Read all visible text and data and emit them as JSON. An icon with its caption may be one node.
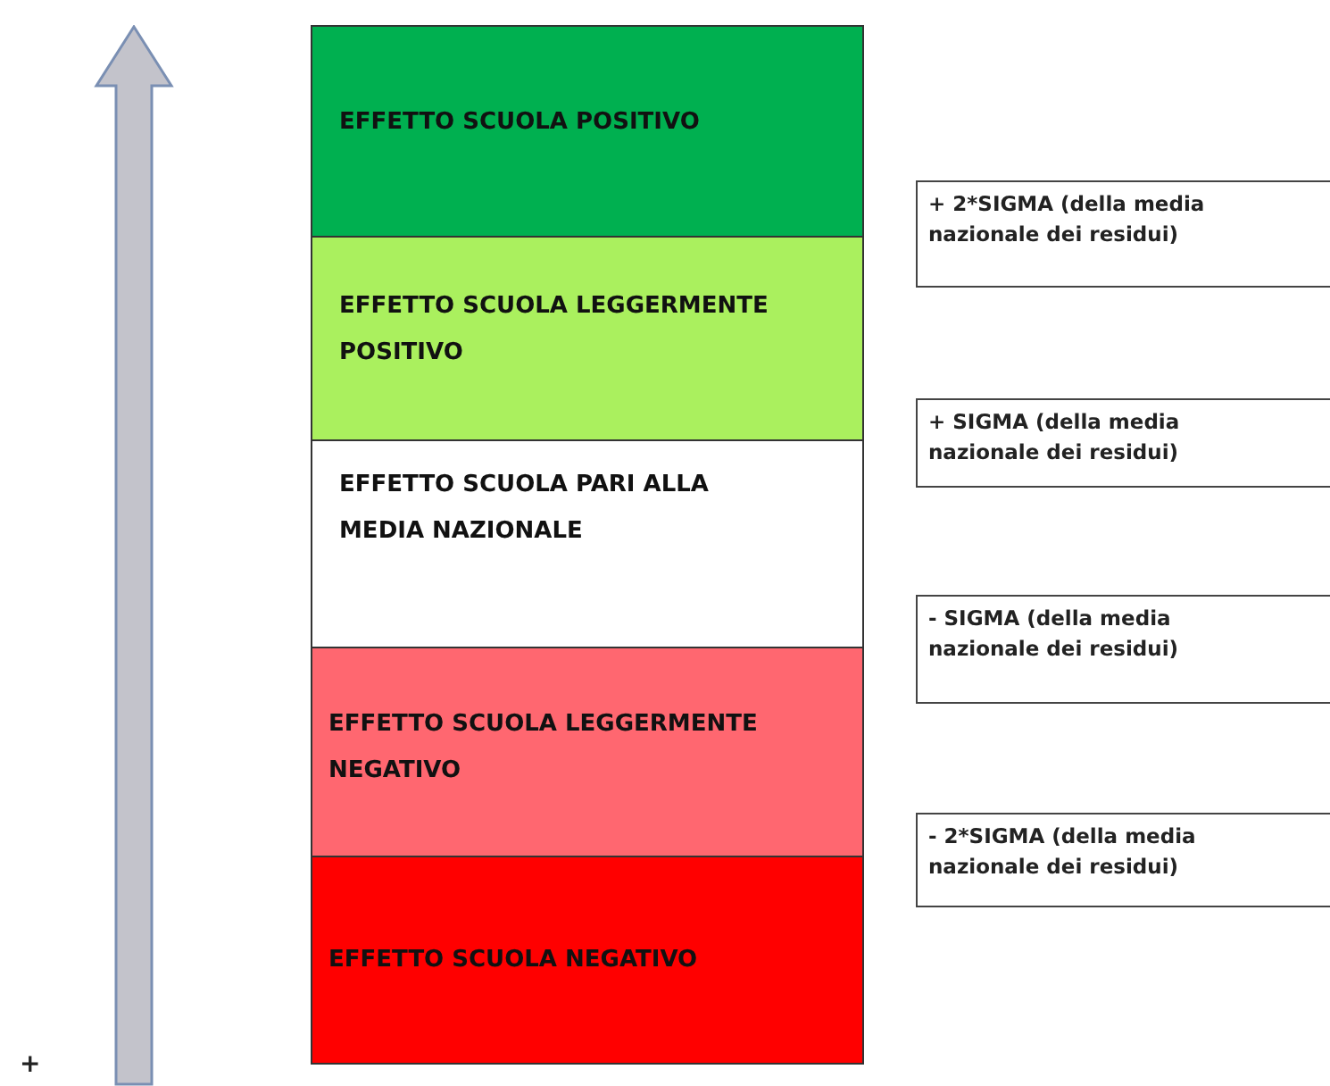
{
  "diagram": {
    "nodes": [
      {
        "text": [
          "EFFETTO SCUOLA POSITIVO"
        ]
      },
      {
        "text": [
          "EFFETTO SCUOLA LEGGERMENTE POSITIVO"
        ]
      },
      {
        "text": [
          "EFFETTO SCUOLA PARI ALLA MEDIA NAZIONALE"
        ]
      },
      {
        "text": [
          "EFFETTO SCUOLA LEGGERMENTE NEGATIVO"
        ]
      },
      {
        "text": [
          "EFFETTO SCUOLA NEGATIVO"
        ]
      },
      {
        "text": [
          "+ 2*SIGMA (della media nazionale dei residui)"
        ]
      },
      {
        "text": [
          "+ SIGMA (della media nazionale dei residui)"
        ]
      },
      {
        "text": [
          "- SIGMA (della media nazionale dei residui)"
        ]
      },
      {
        "text": [
          "- 2*SIGMA (della media nazionale dei residui)"
        ]
      }
    ],
    "labels": [
      "+"
    ]
  }
}
